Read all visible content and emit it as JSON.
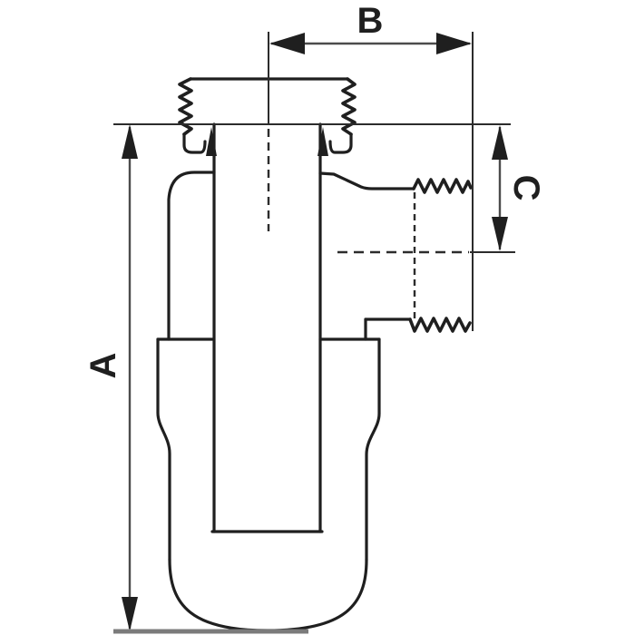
{
  "diagram": {
    "type": "technical-drawing",
    "subject": "bottle-trap-cross-section",
    "labels": {
      "overall_height": "A",
      "outlet_depth": "B",
      "outlet_offset": "C"
    }
  },
  "colors": {
    "background": "#ffffff",
    "ink": "#1f1f1f",
    "dimension_line": "#4c4c4c",
    "baseline_gray": "#7b7b7b"
  }
}
